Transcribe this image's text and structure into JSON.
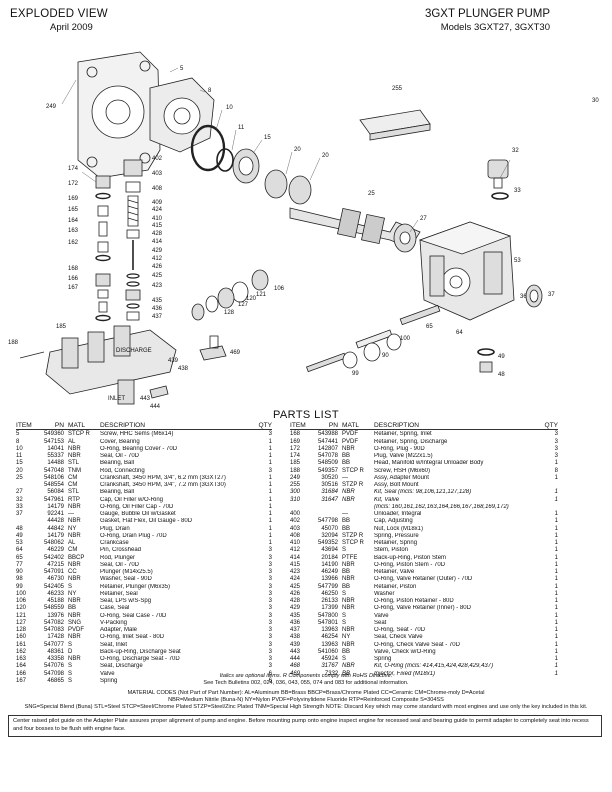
{
  "header": {
    "title_left": "EXPLODED VIEW",
    "date": "April 2009",
    "title_right": "3GXT PLUNGER PUMP",
    "models": "Models 3GXT27, 3GXT30"
  },
  "diagram_labels": [
    "5",
    "8",
    "10",
    "11",
    "15",
    "20",
    "20",
    "25",
    "27",
    "30",
    "32",
    "33",
    "36",
    "37",
    "48",
    "49",
    "53",
    "64",
    "65",
    "90",
    "99",
    "100",
    "106",
    "120",
    "121",
    "127",
    "128",
    "162",
    "163",
    "164",
    "165",
    "166",
    "167",
    "168",
    "169",
    "172",
    "174",
    "185",
    "188",
    "249",
    "255",
    "402",
    "403",
    "408",
    "409",
    "410",
    "412",
    "414",
    "415",
    "423",
    "424",
    "425",
    "426",
    "428",
    "429",
    "435",
    "436",
    "437",
    "438",
    "439",
    "443",
    "444",
    "469",
    "DISCHARGE",
    "INLET"
  ],
  "parts_title": "PARTS LIST",
  "columns": {
    "item": "ITEM",
    "pn": "PN",
    "matl": "MATL",
    "desc": "DESCRIPTION",
    "qty": "QTY"
  },
  "parts_left": [
    {
      "item": "5",
      "pn": "549360",
      "matl": "STCP R",
      "desc": "Screw, HHC Sems (M6x14)",
      "qty": "3",
      "italic": false
    },
    {
      "item": "8",
      "pn": "547153",
      "matl": "AL",
      "desc": "Cover, Bearing",
      "qty": "1",
      "italic": false
    },
    {
      "item": "10",
      "pn": "14041",
      "matl": "NBR",
      "desc": "O-Ring, Bearing Cover - 70D",
      "qty": "1",
      "italic": false
    },
    {
      "item": "11",
      "pn": "55337",
      "matl": "NBR",
      "desc": "Seal, Oil - 70D",
      "qty": "1",
      "italic": false
    },
    {
      "item": "15",
      "pn": "14488",
      "matl": "STL",
      "desc": "Bearing, Ball",
      "qty": "1",
      "italic": false
    },
    {
      "item": "20",
      "pn": "547048",
      "matl": "TNM",
      "desc": "Rod, Connecting",
      "qty": "3",
      "italic": false
    },
    {
      "item": "25",
      "pn": "548106",
      "matl": "CM",
      "desc": "Crankshaft, 3450 RPM, 3/4\", 6.2 mm (3GXT27)",
      "qty": "1",
      "italic": false
    },
    {
      "item": "",
      "pn": "548554",
      "matl": "CM",
      "desc": "Crankshaft, 3450 RPM, 3/4\", 7.2 mm (3GXT30)",
      "qty": "1",
      "italic": false
    },
    {
      "item": "27",
      "pn": "56084",
      "matl": "STL",
      "desc": "Bearing, Ball",
      "qty": "1",
      "italic": false
    },
    {
      "item": "32",
      "pn": "547961",
      "matl": "RTP",
      "desc": "Cap, Oil Filler w/O-Ring",
      "qty": "1",
      "italic": false
    },
    {
      "item": "33",
      "pn": "14179",
      "matl": "NBR",
      "desc": "O-Ring, Oil Filler Cap - 70D",
      "qty": "1",
      "italic": false
    },
    {
      "item": "37",
      "pn": "92241",
      "matl": "—",
      "desc": "Gauge, Bubble Oil w/Gasket",
      "qty": "1",
      "italic": false
    },
    {
      "item": "",
      "pn": "44428",
      "matl": "NBR",
      "desc": "Gasket, Flat Flex, Oil Gauge - 80D",
      "qty": "1",
      "italic": false
    },
    {
      "item": "48",
      "pn": "44842",
      "matl": "NY",
      "desc": "Plug, Drain",
      "qty": "1",
      "italic": false
    },
    {
      "item": "49",
      "pn": "14179",
      "matl": "NBR",
      "desc": "O-Ring, Drain Plug - 70D",
      "qty": "1",
      "italic": false
    },
    {
      "item": "53",
      "pn": "548062",
      "matl": "AL",
      "desc": "Crankcase",
      "qty": "1",
      "italic": false
    },
    {
      "item": "64",
      "pn": "46229",
      "matl": "CM",
      "desc": "Pin, Crosshead",
      "qty": "3",
      "italic": false
    },
    {
      "item": "65",
      "pn": "542402",
      "matl": "BBCP",
      "desc": "Rod, Plunger",
      "qty": "3",
      "italic": false
    },
    {
      "item": "77",
      "pn": "47215",
      "matl": "NBR",
      "desc": "Seal, Oil - 70D",
      "qty": "3",
      "italic": false
    },
    {
      "item": "90",
      "pn": "547091",
      "matl": "CC",
      "desc": "Plunger (M14x25.5)",
      "qty": "3",
      "italic": false
    },
    {
      "item": "98",
      "pn": "46730",
      "matl": "NBR",
      "desc": "Washer, Seal - 90D",
      "qty": "3",
      "italic": false
    },
    {
      "item": "99",
      "pn": "542405",
      "matl": "S",
      "desc": "Retainer, Plunger (M6x35)",
      "qty": "3",
      "italic": false
    },
    {
      "item": "100",
      "pn": "46233",
      "matl": "NY",
      "desc": "Retainer, Seal",
      "qty": "3",
      "italic": false
    },
    {
      "item": "106",
      "pn": "45188",
      "matl": "NBR",
      "desc": "Seal, LPS w/S-Spg",
      "qty": "3",
      "italic": false
    },
    {
      "item": "120",
      "pn": "548559",
      "matl": "BB",
      "desc": "Case, Seal",
      "qty": "3",
      "italic": false
    },
    {
      "item": "121",
      "pn": "13976",
      "matl": "NBR",
      "desc": "O-Ring, Seal Case - 70D",
      "qty": "3",
      "italic": false
    },
    {
      "item": "127",
      "pn": "547082",
      "matl": "SNG",
      "desc": "V-Packing",
      "qty": "3",
      "italic": false
    },
    {
      "item": "128",
      "pn": "547083",
      "matl": "PVDF",
      "desc": "Adapter, Male",
      "qty": "3",
      "italic": false
    },
    {
      "item": "160",
      "pn": "17428",
      "matl": "NBR",
      "desc": "O-Ring, Inlet Seat - 80D",
      "qty": "3",
      "italic": false
    },
    {
      "item": "161",
      "pn": "547077",
      "matl": "S",
      "desc": "Seat, Inlet",
      "qty": "3",
      "italic": false
    },
    {
      "item": "162",
      "pn": "48361",
      "matl": "D",
      "desc": "Back-up-Ring, Discharge Seat",
      "qty": "3",
      "italic": false
    },
    {
      "item": "163",
      "pn": "43358",
      "matl": "NBR",
      "desc": "O-Ring, Discharge Seat - 70D",
      "qty": "3",
      "italic": false
    },
    {
      "item": "164",
      "pn": "547076",
      "matl": "S",
      "desc": "Seat, Discharge",
      "qty": "3",
      "italic": false
    },
    {
      "item": "166",
      "pn": "547098",
      "matl": "S",
      "desc": "Valve",
      "qty": "6",
      "italic": false
    },
    {
      "item": "167",
      "pn": "46865",
      "matl": "S",
      "desc": "Spring",
      "qty": "6",
      "italic": false
    }
  ],
  "parts_right": [
    {
      "item": "168",
      "pn": "543988",
      "matl": "PVDF",
      "desc": "Retainer, Spring, Inlet",
      "qty": "3",
      "italic": false
    },
    {
      "item": "169",
      "pn": "547441",
      "matl": "PVDF",
      "desc": "Retainer, Spring, Discharge",
      "qty": "3",
      "italic": false
    },
    {
      "item": "172",
      "pn": "142807",
      "matl": "NBR",
      "desc": "O-Ring, Plug - 90D",
      "qty": "3",
      "italic": false
    },
    {
      "item": "174",
      "pn": "547078",
      "matl": "BB",
      "desc": "Plug, Valve (M22x1.5)",
      "qty": "3",
      "italic": false
    },
    {
      "item": "185",
      "pn": "548509",
      "matl": "BB",
      "desc": "Head, Manifold w/Integral Unloader Body",
      "qty": "1",
      "italic": false
    },
    {
      "item": "188",
      "pn": "549357",
      "matl": "STCP R",
      "desc": "Screw, HSH (M6x60)",
      "qty": "8",
      "italic": false
    },
    {
      "item": "249",
      "pn": "30520",
      "matl": "—",
      "desc": "Assy, Adapter Mount",
      "qty": "1",
      "italic": false
    },
    {
      "item": "255",
      "pn": "30516",
      "matl": "STZP R",
      "desc": "Assy, Bolt Mount",
      "qty": "",
      "italic": false
    },
    {
      "item": "300",
      "pn": "31684",
      "matl": "NBR",
      "desc": "Kit, Seal (Incls: 98,106,121,127,128)",
      "qty": "1",
      "italic": true
    },
    {
      "item": "310",
      "pn": "31647",
      "matl": "NBR",
      "desc": "Kit, Valve",
      "qty": "1",
      "italic": true
    },
    {
      "item": "",
      "pn": "",
      "matl": "",
      "desc": "(Incls: 160,161,162,163,164,166,167,168,169,172)",
      "qty": "",
      "italic": true
    },
    {
      "item": "400",
      "pn": "",
      "matl": "—",
      "desc": "Unloader, Integral",
      "qty": "1",
      "italic": false
    },
    {
      "item": "402",
      "pn": "547798",
      "matl": "BB",
      "desc": "Cap, Adjusting",
      "qty": "1",
      "italic": false
    },
    {
      "item": "403",
      "pn": "45070",
      "matl": "BB",
      "desc": "Nut, Lock (M18x1)",
      "qty": "1",
      "italic": false
    },
    {
      "item": "408",
      "pn": "32094",
      "matl": "STZP R",
      "desc": "Spring, Pressure",
      "qty": "1",
      "italic": false
    },
    {
      "item": "410",
      "pn": "549352",
      "matl": "STCP R",
      "desc": "Retainer, Spring",
      "qty": "1",
      "italic": false
    },
    {
      "item": "412",
      "pn": "43694",
      "matl": "S",
      "desc": "Stem, Piston",
      "qty": "1",
      "italic": false
    },
    {
      "item": "414",
      "pn": "20184",
      "matl": "PTFE",
      "desc": "Back-up-Ring, Piston Stem",
      "qty": "1",
      "italic": false
    },
    {
      "item": "415",
      "pn": "14190",
      "matl": "NBR",
      "desc": "O-Ring, Piston Stem - 70D",
      "qty": "1",
      "italic": false
    },
    {
      "item": "423",
      "pn": "46249",
      "matl": "BB",
      "desc": "Retainer, Valve",
      "qty": "1",
      "italic": false
    },
    {
      "item": "424",
      "pn": "13966",
      "matl": "NBR",
      "desc": "O-Ring, Valve Retainer (Outer) - 70D",
      "qty": "1",
      "italic": false
    },
    {
      "item": "425",
      "pn": "547799",
      "matl": "BB",
      "desc": "Retainer, Piston",
      "qty": "1",
      "italic": false
    },
    {
      "item": "426",
      "pn": "46250",
      "matl": "S",
      "desc": "Washer",
      "qty": "1",
      "italic": false
    },
    {
      "item": "428",
      "pn": "26133",
      "matl": "NBR",
      "desc": "O-Ring, Piston Retainer - 80D",
      "qty": "1",
      "italic": false
    },
    {
      "item": "429",
      "pn": "17399",
      "matl": "NBR",
      "desc": "O-Ring, Valve Retainer (Inner) - 80D",
      "qty": "1",
      "italic": false
    },
    {
      "item": "435",
      "pn": "547800",
      "matl": "S",
      "desc": "Valve",
      "qty": "1",
      "italic": false
    },
    {
      "item": "436",
      "pn": "547801",
      "matl": "S",
      "desc": "Seat",
      "qty": "1",
      "italic": false
    },
    {
      "item": "437",
      "pn": "13963",
      "matl": "NBR",
      "desc": "O-Ring, Seat - 70D",
      "qty": "1",
      "italic": false
    },
    {
      "item": "438",
      "pn": "46254",
      "matl": "NY",
      "desc": "Seal, Check Valve",
      "qty": "1",
      "italic": false
    },
    {
      "item": "439",
      "pn": "13963",
      "matl": "NBR",
      "desc": "O-Ring, Check Valve Seat - 70D",
      "qty": "1",
      "italic": false
    },
    {
      "item": "443",
      "pn": "541060",
      "matl": "BB",
      "desc": "Valve, Check w/O-Ring",
      "qty": "1",
      "italic": false
    },
    {
      "item": "444",
      "pn": "45924",
      "matl": "S",
      "desc": "Spring",
      "qty": "1",
      "italic": false
    },
    {
      "item": "468",
      "pn": "31767",
      "matl": "NBR",
      "desc": "Kit, O-Ring (Incls: 414,415,424,428,429,437)",
      "qty": "1",
      "italic": true
    },
    {
      "item": "469",
      "pn": "7332",
      "matl": "BB",
      "desc": "Injector, Fixed (M18x1)",
      "qty": "1",
      "italic": true
    }
  ],
  "notes": {
    "optional": "Italics are optional items.   R Components comply with RoHS Directive.",
    "bulletins": "See Tech Bulletins 002, 024, 036, 043, 055, 074 and 083 for additional information.",
    "codes_1": "MATERIAL CODES (Not Part of Part Number):  AL=Aluminum  BB=Brass  BBCP=Brass/Chrome Plated  CC=Ceramic  CM=Chrome-moly  D=Acetal",
    "codes_2": "NBR=Medium Nitrile (Buna-N)  NY=Nylon  PVDF=Polyvinylidene Fluoride  RTP=Reinforced Composite  S=304SS",
    "codes_3": "SNG=Special Blend (Buna)  STL=Steel  STCP=Steel/Chrome Plated  STZP=Steel/Zinc Plated  TNM=Special High Strength      NOTE: Discard Key which may come standard with most engines and          use only the key included in this kit.",
    "notice": "Center raised pilot guide on the       Adapter Plate      assures proper alignment of pump and engine. Before mounting pump onto engine inspect engine for         recessed seal and bearing guide       to permit adapter to completely seat into recess and four bosses to be flush with engine face."
  }
}
